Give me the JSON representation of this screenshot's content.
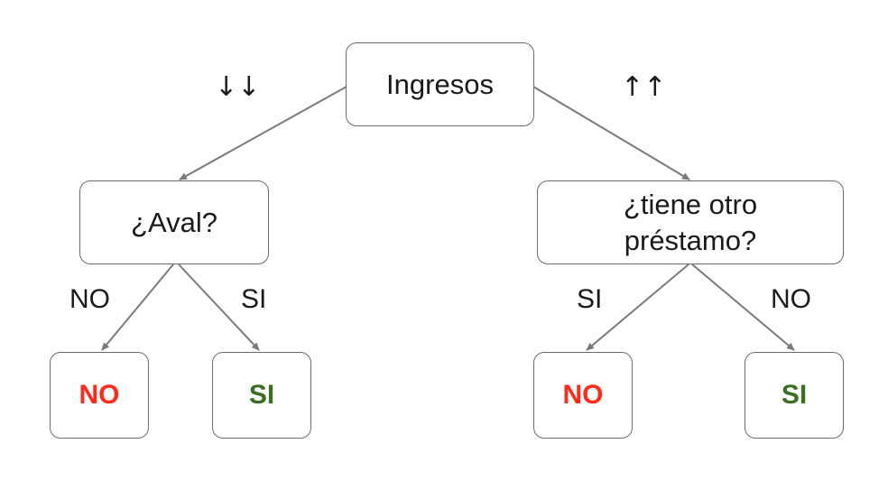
{
  "colors": {
    "border": "#6b6b6b",
    "edge": "#7a7a7a",
    "no": "#ff2a1a",
    "si": "#3b7023",
    "text": "#1a1a1a"
  },
  "root": {
    "label": "Ingresos"
  },
  "branch_hints": {
    "low": "↓↓",
    "high": "↑↑"
  },
  "left": {
    "label": "¿Aval?",
    "edge_no": "NO",
    "edge_si": "SI",
    "leaf_no": "NO",
    "leaf_si": "SI"
  },
  "right": {
    "label": "¿tiene otro\npréstamo?",
    "edge_si": "SI",
    "edge_no": "NO",
    "leaf_no": "NO",
    "leaf_si": "SI"
  }
}
